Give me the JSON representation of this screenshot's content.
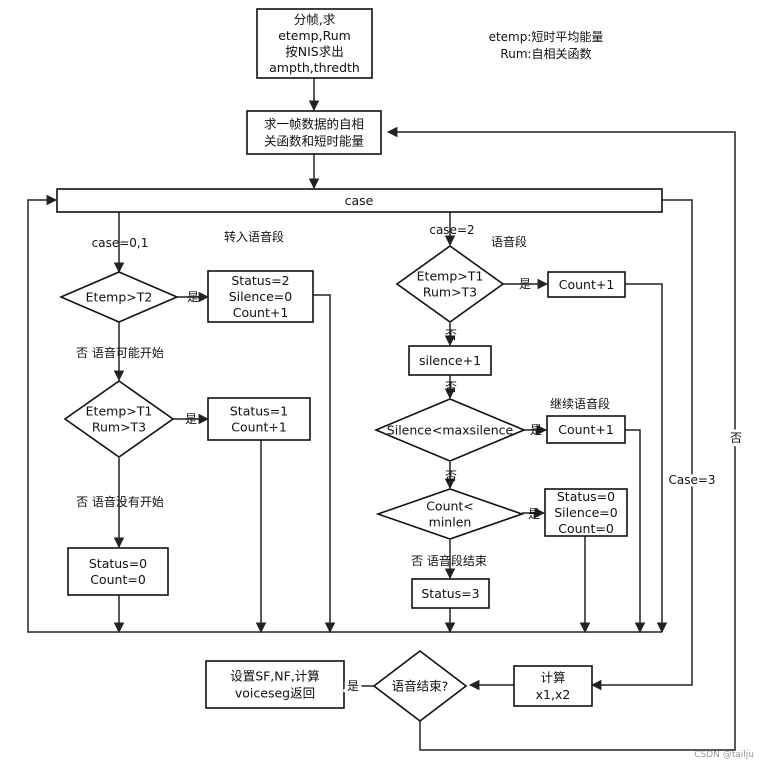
{
  "nodes": {
    "init": [
      "分帧,求",
      "etemp,Rum",
      "按NIS求出",
      "ampth,thredth"
    ],
    "compute_frame": [
      "求一帧数据的自相",
      "关函数和短时能量"
    ],
    "case_bar": [
      "case"
    ],
    "d_etemp_t2": [
      "Etemp>T2"
    ],
    "box_s2": [
      "Status=2",
      "Silence=0",
      "Count+1"
    ],
    "d_etemp_t1_a": [
      "Etemp>T1",
      "Rum>T3"
    ],
    "box_s1": [
      "Status=1",
      "Count+1"
    ],
    "box_s0": [
      "Status=0",
      "Count=0"
    ],
    "d_etemp_t1_b": [
      "Etemp>T1",
      "Rum>T3"
    ],
    "box_count_a": [
      "Count+1"
    ],
    "box_silence": [
      "silence+1"
    ],
    "d_silence": [
      "Silence<maxsilence"
    ],
    "box_count_b": [
      "Count+1"
    ],
    "d_count": [
      "Count<",
      "minlen"
    ],
    "box_reset": [
      "Status=0",
      "Silence=0",
      "Count=0"
    ],
    "box_s3": [
      "Status=3"
    ],
    "box_calc": [
      "计算",
      "x1,x2"
    ],
    "d_end": [
      "语音结束?"
    ],
    "box_return": [
      "设置SF,NF,计算",
      "voiceseg返回"
    ]
  },
  "labels": {
    "legend_1": "etemp:短时平均能量",
    "legend_2": "Rum:自相关函数",
    "case01": "case=0,1",
    "to_speech": "转入语音段",
    "case2": "case=2",
    "speech_seg": "语音段",
    "yes_t2": "是",
    "no_possible": "否 语音可能开始",
    "yes_t1a": "是",
    "no_not_start": "否 语音没有开始",
    "yes_t1b": "是",
    "no_t1b": "否",
    "no_sil": "否",
    "continue_seg": "继续语音段",
    "yes_sil": "是",
    "no_silcmp": "否",
    "yes_count": "是",
    "no_end_seg": "否 语音段结束",
    "case3": "Case=3",
    "no_loop": "否",
    "yes_end": "是"
  },
  "watermark": "CSDN @tailju"
}
